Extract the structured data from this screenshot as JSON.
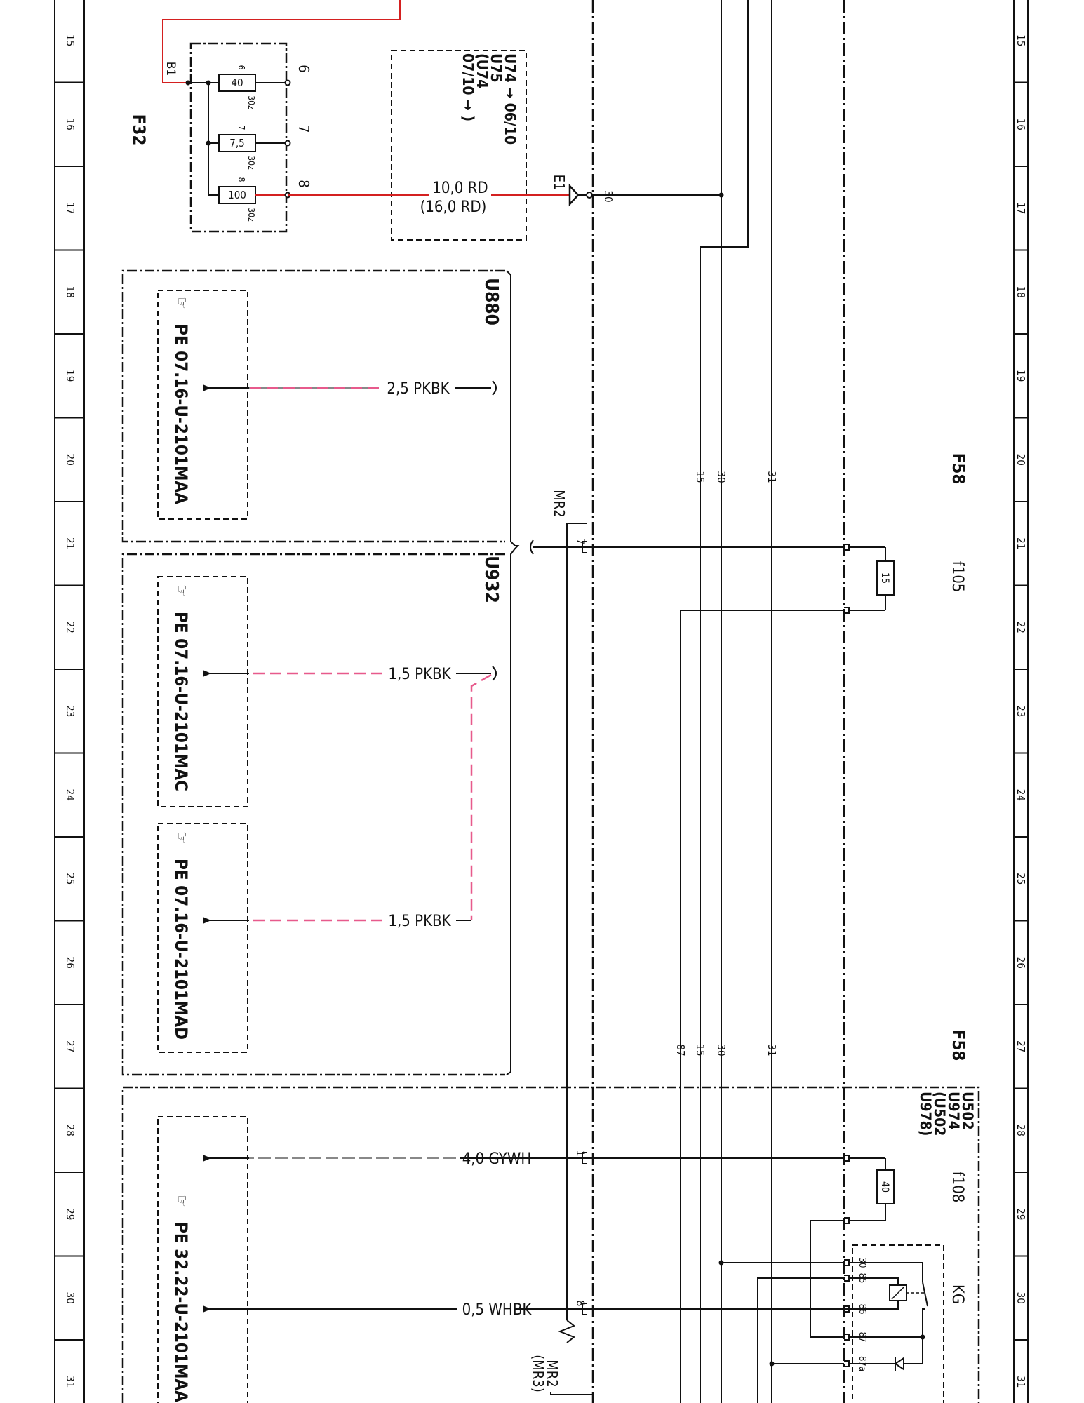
{
  "grid_rows": [
    "15",
    "16",
    "17",
    "18",
    "19",
    "20",
    "21",
    "22",
    "23",
    "24",
    "25",
    "26",
    "27",
    "28",
    "29",
    "30",
    "31"
  ],
  "fuse_box_f32": {
    "label": "F32",
    "connector": "B1",
    "fuses": [
      {
        "rating": "40",
        "in_pin": "6",
        "terminal": "30z",
        "out_pin": "6"
      },
      {
        "rating": "7,5",
        "in_pin": "7",
        "terminal": "30z",
        "out_pin": "7"
      },
      {
        "rating": "100",
        "in_pin": "8",
        "terminal": "30z",
        "out_pin": "8"
      }
    ]
  },
  "variant_note": {
    "lines": [
      "U74 → 06/10",
      "U75",
      "(U74",
      "07/10 → )"
    ]
  },
  "main_feed": {
    "wire": "10,0 RD",
    "wire_alt": "(16,0 RD)",
    "connector": "E1",
    "terminal": "30"
  },
  "bus_lines": {
    "top": [
      "15",
      "30",
      "31"
    ],
    "bottom": [
      "87",
      "15",
      "30",
      "31"
    ]
  },
  "u880": {
    "label": "U880",
    "wire": "2,5 PKBK",
    "reference": "PE 07.16-U-2101MAA"
  },
  "u932": {
    "label": "U932",
    "wires": [
      "1,5 PKBK",
      "1,5 PKBK"
    ],
    "references": [
      "PE 07.16-U-2101MAC",
      "PE 07.16-U-2101MAD"
    ]
  },
  "connector_mr2": {
    "label": "MR2",
    "label_alt": "(MR3)",
    "pins": [
      "7",
      "1",
      "8"
    ]
  },
  "f58_upper": {
    "label": "F58",
    "fuse_name": "f105",
    "fuse_rating": "15"
  },
  "f58_lower": {
    "label": "F58",
    "variants": [
      "U502",
      "U974",
      "(U502",
      "U978)"
    ],
    "fuse_name": "f108",
    "fuse_rating": "40",
    "wire_1": "4,0 GYWH",
    "wire_2": "0,5 WHBK",
    "reference": "PE 32.22-U-2101MAA",
    "relay": {
      "name": "KG",
      "pins": [
        "30",
        "85",
        "86",
        "87",
        "87a"
      ]
    }
  },
  "colors": {
    "red_wire": "#d42020",
    "pink_dash": "#e75a8c",
    "line": "#111111"
  }
}
